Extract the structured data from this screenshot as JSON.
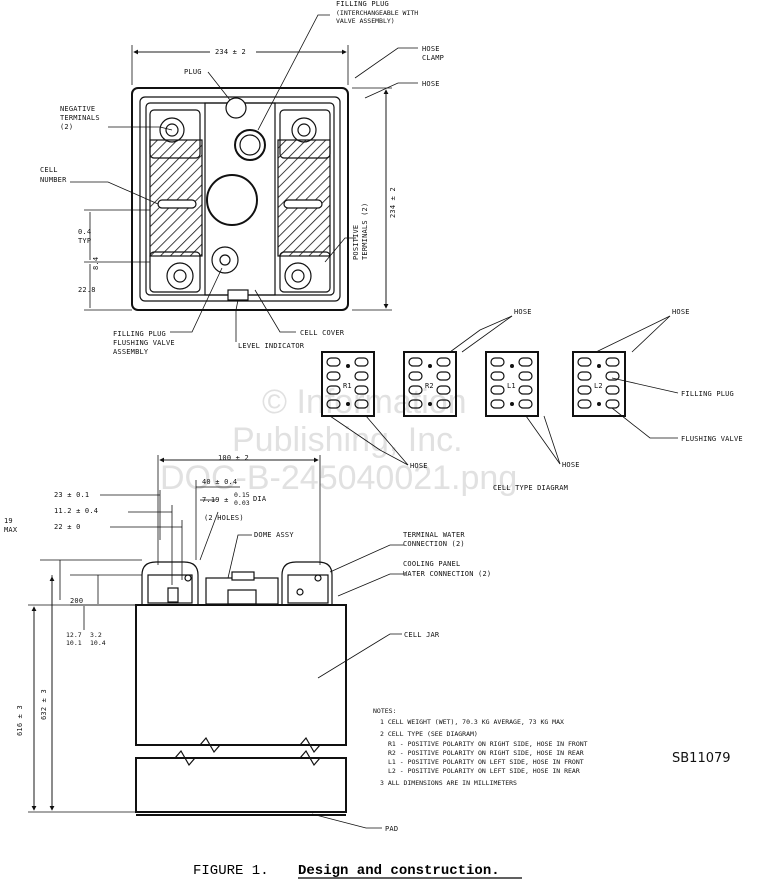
{
  "figure": {
    "caption_prefix": "FIGURE 1.",
    "caption_title": "Design and construction.",
    "ref_code": "SB11079"
  },
  "watermark": {
    "line1": "© Information",
    "line2": "Publishing, Inc.",
    "line3": "DOC-B-245040021.png"
  },
  "top_view": {
    "filling_plug": "FILLING PLUG",
    "filling_plug_sub1": "(INTERCHANGEABLE WITH",
    "filling_plug_sub2": "VALVE ASSEMBLY)",
    "width_dim": "234 ± 2",
    "plug": "PLUG",
    "hose_clamp_1": "HOSE",
    "hose_clamp_2": "CLAMP",
    "hose": "HOSE",
    "negative_terminals_1": "NEGATIVE",
    "negative_terminals_2": "TERMINALS",
    "negative_terminals_3": "(2)",
    "cell_number_1": "CELL",
    "cell_number_2": "NUMBER",
    "typ_dim_1": "0.4",
    "typ_dim_2": "TYP",
    "dim_left_a": "22.8",
    "dim_left_b": "8.4",
    "positive_terminals_1": "POSITIVE",
    "positive_terminals_2": "TERMINALS (2)",
    "height_dim": "234 ± 2",
    "filling_plug_flushing_1": "FILLING PLUG",
    "filling_plug_flushing_2": "FLUSHING VALVE",
    "filling_plug_flushing_3": "ASSEMBLY",
    "level_indicator": "LEVEL INDICATOR",
    "cell_cover": "CELL COVER"
  },
  "cell_type_diagram": {
    "hose_top_1": "HOSE",
    "hose_top_2": "HOSE",
    "cells": [
      "R1",
      "R2",
      "L1",
      "L2"
    ],
    "filling_plug": "FILLING PLUG",
    "flushing_valve": "FLUSHING VALVE",
    "hose_bottom_1": "HOSE",
    "hose_bottom_2": "HOSE",
    "title": "CELL TYPE DIAGRAM"
  },
  "side_view": {
    "dim_top": "100 ± 2",
    "dim_23": "23 ± 0.1",
    "dim_40": "40 ± 0.4",
    "dim_11": "11.2 ± 0.4",
    "dim_7": "7.19 ±",
    "dim_7_tol_a": "0.15",
    "dim_7_tol_b": "0.03",
    "dim_dia": "DIA",
    "holes": "(2 HOLES)",
    "dim_22": "22 ± 0",
    "dim_19_1": "19",
    "dim_19_2": "MAX",
    "dome_assy": "DOME ASSY",
    "terminal_water_1": "TERMINAL WATER",
    "terminal_water_2": "CONNECTION (2)",
    "cooling_panel_1": "COOLING PANEL",
    "cooling_panel_2": "WATER CONNECTION (2)",
    "dim_200": "200",
    "dim_12_7a": "12.7",
    "dim_12_7b": "10.1",
    "dim_3_2a": "3.2",
    "dim_3_2b": "10.4",
    "cell_jar": "CELL JAR",
    "dim_616": "616 ± 3",
    "dim_632": "632 ± 3",
    "pad": "PAD"
  },
  "notes": {
    "heading": "NOTES:",
    "n1": "1  CELL WEIGHT (WET), 70.3 KG AVERAGE, 73 KG MAX",
    "n2": "2  CELL TYPE (SEE DIAGRAM)",
    "n2a": "R1 - POSITIVE POLARITY ON RIGHT SIDE, HOSE IN FRONT",
    "n2b": "R2 - POSITIVE POLARITY ON RIGHT SIDE, HOSE IN REAR",
    "n2c": "L1 - POSITIVE POLARITY ON LEFT SIDE, HOSE IN FRONT",
    "n2d": "L2 - POSITIVE POLARITY ON LEFT SIDE, HOSE IN REAR",
    "n3": "3  ALL DIMENSIONS ARE IN MILLIMETERS"
  }
}
